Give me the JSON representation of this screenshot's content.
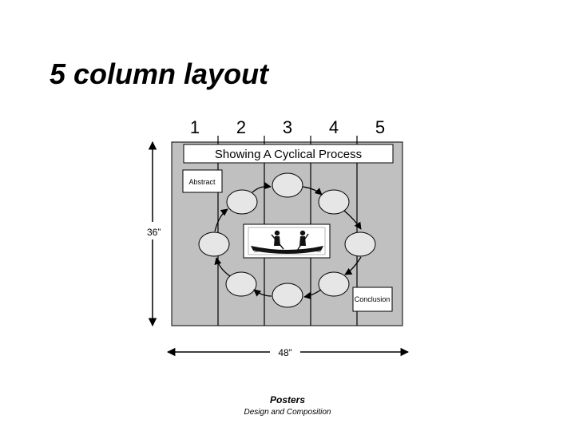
{
  "slide": {
    "title": "5 column layout",
    "footer_title": "Posters",
    "footer_subtitle": "Design and Composition"
  },
  "diagram": {
    "column_numbers": [
      "1",
      "2",
      "3",
      "4",
      "5"
    ],
    "banner": "Showing A Cyclical Process",
    "abstract_label": "Abstract",
    "conclusion_label": "Conclusion",
    "height_label": "36”",
    "width_label": "48”",
    "colors": {
      "poster_fill": "#c0c0c0",
      "node_fill": "#e6e6e6",
      "stroke": "#000000"
    }
  }
}
